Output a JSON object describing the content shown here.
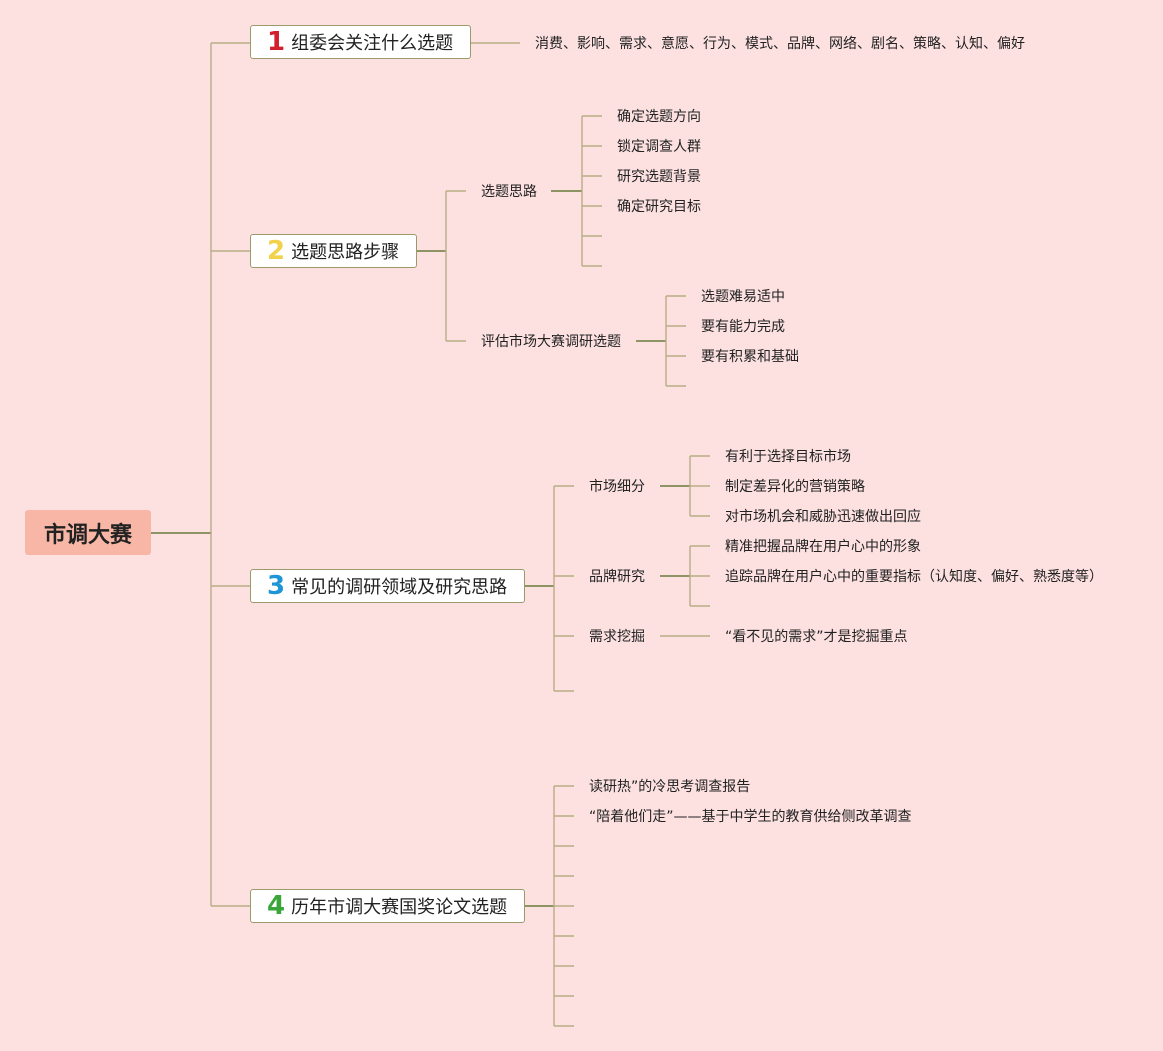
{
  "root": "市调大赛",
  "branch1": {
    "number": "1",
    "title": "组委会关注什么选题",
    "number_color": "#d3202f",
    "keywords": "消费、影响、需求、意愿、行为、模式、品牌、网络、剧名、策略、认知、偏好"
  },
  "branch2": {
    "number": "2",
    "title": "选题思路步骤",
    "number_color": "#f2d14b",
    "sub1": {
      "label": "选题思路",
      "items": [
        "确定选题方向",
        "锁定调查人群",
        "研究选题背景",
        "确定研究目标"
      ]
    },
    "sub2": {
      "label": "评估市场大赛调研选题",
      "items": [
        "选题难易适中",
        "要有能力完成",
        "要有积累和基础"
      ]
    }
  },
  "branch3": {
    "number": "3",
    "title": "常见的调研领域及研究思路",
    "number_color": "#1e96d6",
    "sub1": {
      "label": "市场细分",
      "items": [
        "有利于选择目标市场",
        "制定差异化的营销策略",
        "对市场机会和威胁迅速做出回应"
      ]
    },
    "sub2": {
      "label": "品牌研究",
      "items": [
        "精准把握品牌在用户心中的形象",
        "追踪品牌在用户心中的重要指标（认知度、偏好、熟悉度等）"
      ]
    },
    "sub3": {
      "label": "需求挖掘",
      "items": [
        "“看不见的需求”才是挖掘重点"
      ]
    }
  },
  "branch4": {
    "number": "4",
    "title": "历年市调大赛国奖论文选题",
    "number_color": "#3aa63a",
    "items": [
      "读研热”的冷思考调查报告",
      "“陪着他们走”——基于中学生的教育供给侧改革调查"
    ]
  },
  "colors": {
    "background": "#fde1e1",
    "root_fill": "#f8b7a6",
    "line_main": "#6b7a3a",
    "line_light": "#b8ad86"
  }
}
